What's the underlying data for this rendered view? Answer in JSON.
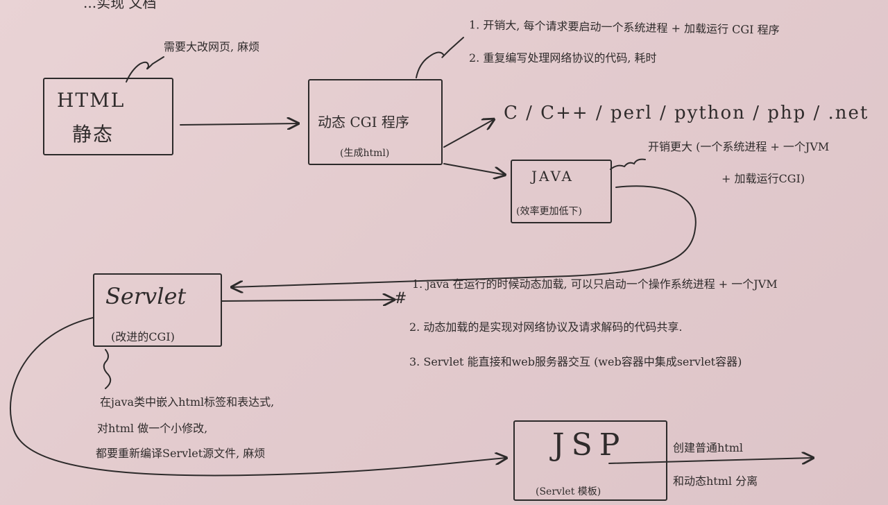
{
  "top_partial": "...实现 文档",
  "html_box": {
    "line1": "HTML",
    "line2": "静态"
  },
  "html_note": "需要大改网页, 麻烦",
  "cgi_box": {
    "title": "动态 CGI 程序",
    "sub": "(生成html)"
  },
  "cgi_notes": [
    "1. 开销大, 每个请求要启动一个系统进程 + 加载运行 CGI 程序",
    "2. 重复编写处理网络协议的代码, 耗时"
  ],
  "languages": "C / C++ / perl / python / php / .net",
  "java_box": {
    "title": "JAVA",
    "sub": "(效率更加低下)"
  },
  "java_notes": [
    "开销更大 (一个系统进程 + 一个JVM",
    "+ 加载运行CGI)"
  ],
  "servlet_box": {
    "title": "Servlet",
    "sub": "(改进的CGI)"
  },
  "servlet_notes": [
    "1. java 在运行的时候动态加载, 可以只启动一个操作系统进程 + 一个JVM",
    "2. 动态加载的是实现对网络协议及请求解码的代码共享.",
    "3. Servlet 能直接和web服务器交互 (web容器中集成servlet容器)"
  ],
  "servlet_problem": [
    "在java类中嵌入html标签和表达式,",
    "对html 做一个小修改,",
    "都要重新编译Servlet源文件, 麻烦"
  ],
  "jsp_box": {
    "title": "JSP",
    "sub": "(Servlet 模板)"
  },
  "jsp_notes": [
    "创建普通html",
    "和动态html 分离"
  ]
}
